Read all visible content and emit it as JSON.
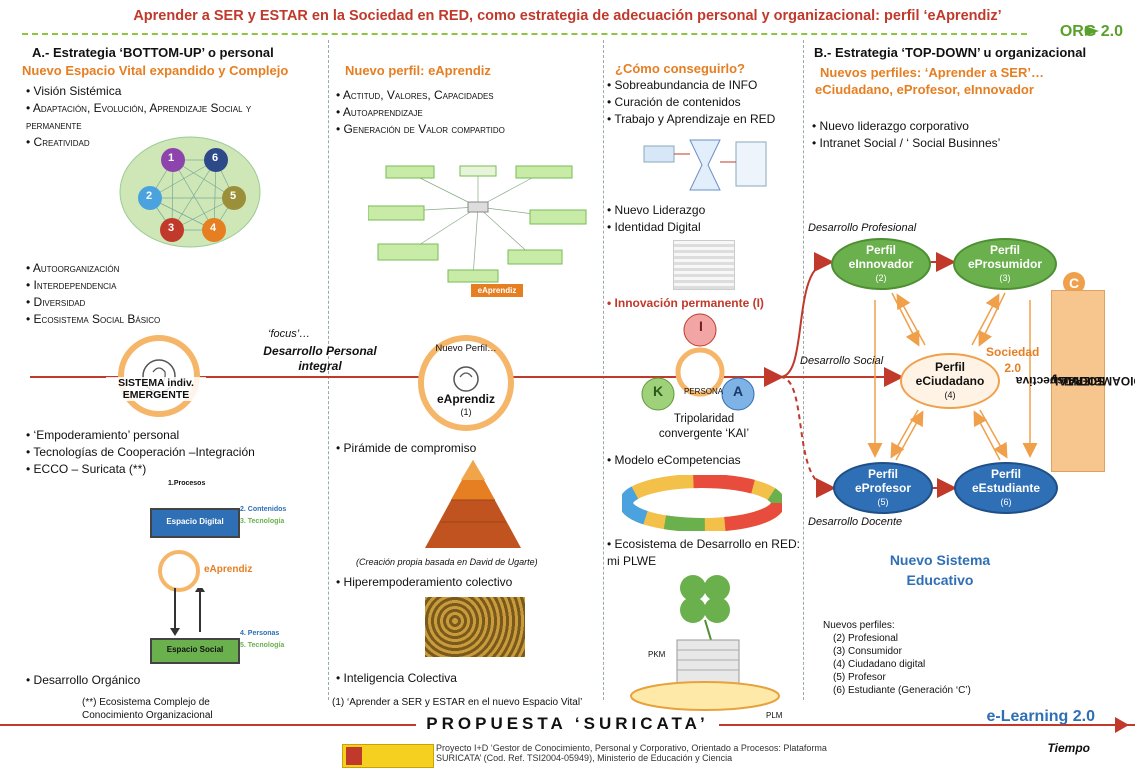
{
  "title": "Aprender a SER y ESTAR en la Sociedad en RED, como estrategia de adecuación personal y organizacional: perfil ‘eAprendiz’",
  "org_label": "ORG 2.0",
  "col1": {
    "heading": "A.- Estrategia ‘BOTTOM-UP’ o personal",
    "subheading": "Nuevo Espacio Vital expandido y Complejo",
    "items_top": [
      "Visión Sistémica",
      "Adaptación, Evolución, Aprendizaje Social y permanente",
      "Creatividad"
    ],
    "wheel_numbers": [
      "1",
      "6",
      "2",
      "5",
      "3",
      "4"
    ],
    "items_mid": [
      "Autoorganización",
      "Interdependencia",
      "Diversidad",
      "Ecosistema Social Básico"
    ],
    "sistema_label": "SISTEMA indiv.",
    "emergente_label": "EMERGENTE",
    "items_bottom": [
      "‘Empoderamiento’ personal",
      "Tecnologías de Cooperación –Integración",
      "ECCO – Suricata (**)"
    ],
    "diagram_labels": {
      "procesos": "1.Procesos",
      "espacio_digital": "Espacio Digital",
      "contenidos": "2. Contenidos",
      "tecnologia1": "3. Tecnología",
      "eaprendiz": "eAprendiz",
      "espacio_social": "Espacio Social",
      "personas": "4. Personas",
      "tecnologia2": "5. Tecnología"
    },
    "item_final": "Desarrollo Orgánico",
    "footnote": "(**) Ecosistema Complejo de Conocimiento Organizacional"
  },
  "focus": {
    "line1": "‘focus’…",
    "line2": "Desarrollo Personal",
    "line3": "integral"
  },
  "col2": {
    "heading": "Nuevo perfil: eAprendiz",
    "items_top": [
      "Actitud, Valores, Capacidades",
      "Autoaprendizaje",
      "Generación de Valor compartido"
    ],
    "mindmap_center": "eAprendiz",
    "center_top": "Nuevo Perfil…",
    "center_name": "eAprendiz",
    "center_num": "(1)",
    "piramide": "Pirámide de compromiso",
    "creacion": "(Creación propia basada en David de Ugarte)",
    "hiper": "Hiperempoderamiento colectivo",
    "inteligencia": "Inteligencia Colectiva",
    "footnote": "(1)  ‘Aprender a SER y ESTAR en el nuevo Espacio Vital’"
  },
  "col3": {
    "heading": "¿Cómo conseguirlo?",
    "items_top": [
      "Sobreabundancia de INFO",
      "Curación de contenidos",
      "Trabajo y Aprendizaje en RED"
    ],
    "items_mid": [
      "Nuevo Liderazgo",
      "Identidad Digital"
    ],
    "innovacion": "Innovación permanente (I)",
    "kai_letters": [
      "I",
      "K",
      "A"
    ],
    "persona": "PERSONA",
    "tripolaridad_1": "Tripolaridad",
    "tripolaridad_2": "convergente ‘KAI’",
    "modelo": "Modelo eCompetencias",
    "ecosistema": "Ecosistema de Desarrollo en RED: mi PLWE",
    "pkm": "PKM",
    "plm": "PLM"
  },
  "col4": {
    "heading": "B.- Estrategia ‘TOP-DOWN’ u organizacional",
    "subheading_1": "Nuevos perfiles: ‘Aprender a SER’…",
    "subheading_2": "eCiudadano, eProfesor, eInnovador",
    "items": [
      "Nuevo liderazgo  corporativo",
      "Intranet Social / ‘ Social Businnes’"
    ],
    "desarrollo_profesional": "Desarrollo Profesional",
    "desarrollo_social": "Desarrollo Social",
    "desarrollo_docente": "Desarrollo Docente",
    "sociedad_1": "Sociedad",
    "sociedad_2": "2.0",
    "badge_c": "C",
    "vertical_1": "Perspectiva",
    "vertical_2": "SOCIAL y",
    "vertical_3": "MEDIOAMBIENTAL",
    "profiles": {
      "innovador": {
        "l1": "Perfil",
        "l2": "eInnovador",
        "num": "(2)"
      },
      "prosumidor": {
        "l1": "Perfil",
        "l2": "eProsumidor",
        "num": "(3)"
      },
      "ciudadano": {
        "l1": "Perfil",
        "l2": "eCiudadano",
        "num": "(4)"
      },
      "profesor": {
        "l1": "Perfil",
        "l2": "eProfesor",
        "num": "(5)"
      },
      "estudiante": {
        "l1": "Perfil",
        "l2": "eEstudiante",
        "num": "(6)"
      }
    },
    "nuevo_sistema_1": "Nuevo Sistema",
    "nuevo_sistema_2": "Educativo",
    "legend_title": "Nuevos perfiles:",
    "legend_items": [
      "(2) Profesional",
      "(3) Consumidor",
      "(4) Ciudadano digital",
      "(5) Profesor",
      "(6) Estudiante (Generación ‘C’)"
    ]
  },
  "bottom": {
    "propuesta": "PROPUESTA ‘SURICATA’",
    "elearning": "e-Learning 2.0",
    "tiempo": "Tiempo",
    "proyecto": "Proyecto I+D ‘Gestor de Conocimiento, Personal y Corporativo, Orientado a Procesos: Plataforma SURICATA’ (Cod. Ref. TSI2004-05949), Ministerio de Educación y Ciencia"
  },
  "colors": {
    "title_red": "#c0392b",
    "orange": "#e67e22",
    "green": "#6ab04c",
    "blue": "#2e6fb5",
    "arrow": "#c0392b"
  }
}
